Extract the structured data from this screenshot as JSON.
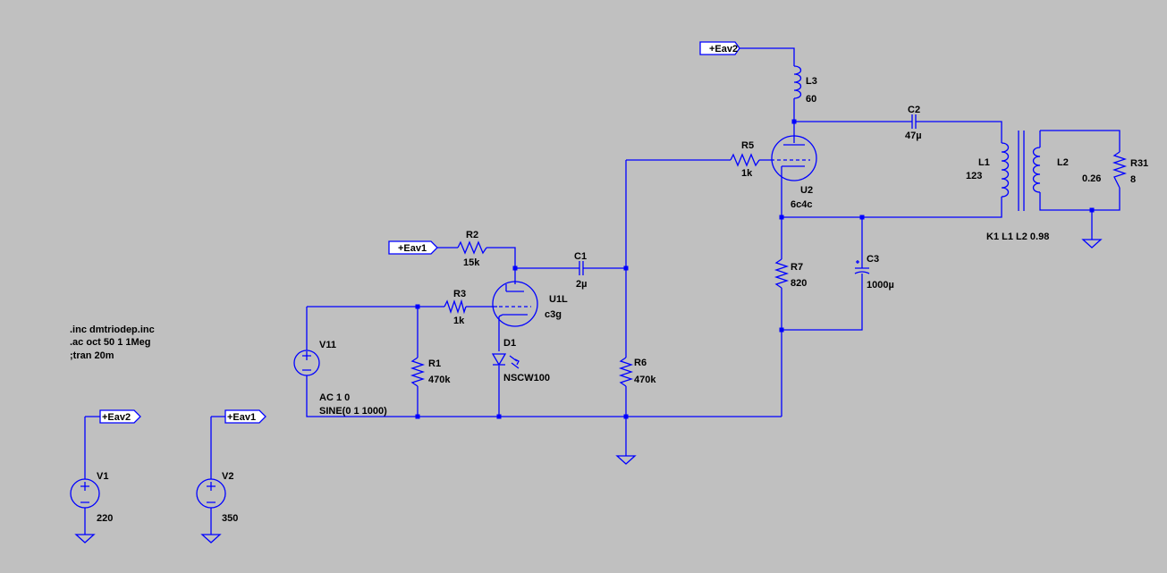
{
  "directives": {
    "line1": ".inc dmtriodep.inc",
    "line2": ".ac oct 50 1 1Meg",
    "line3": ";tran 20m"
  },
  "flags": {
    "eav2_top": "+Eav2",
    "eav1_mid": "+Eav1",
    "eav2_v1": "+Eav2",
    "eav1_v2": "+Eav1"
  },
  "components": {
    "R2": {
      "name": "R2",
      "value": "15k"
    },
    "R3": {
      "name": "R3",
      "value": "1k"
    },
    "R1": {
      "name": "R1",
      "value": "470k"
    },
    "R5": {
      "name": "R5",
      "value": "1k"
    },
    "R6": {
      "name": "R6",
      "value": "470k"
    },
    "R7": {
      "name": "R7",
      "value": "820"
    },
    "R31": {
      "name": "R31",
      "value": "8"
    },
    "C1": {
      "name": "C1",
      "value": "2µ"
    },
    "C2": {
      "name": "C2",
      "value": "47µ"
    },
    "C3": {
      "name": "C3",
      "value": "1000µ"
    },
    "L1": {
      "name": "L1",
      "value": "123"
    },
    "L2": {
      "name": "L2",
      "value": "0.26"
    },
    "L3": {
      "name": "L3",
      "value": "60"
    },
    "U1": {
      "name": "U1L",
      "value": "c3g"
    },
    "U2": {
      "name": "U2",
      "value": "6c4c"
    },
    "D1": {
      "name": "D1",
      "value": "NSCW100"
    },
    "V11": {
      "name": "V11",
      "value1": "AC 1 0",
      "value2": "SINE(0 1 1000)"
    },
    "V1": {
      "name": "V1",
      "value": "220"
    },
    "V2": {
      "name": "V2",
      "value": "350"
    }
  },
  "coupling": "K1 L1 L2 0.98",
  "colors": {
    "background": "#c0c0c0",
    "wire": "#0000ff",
    "text": "#000000"
  }
}
